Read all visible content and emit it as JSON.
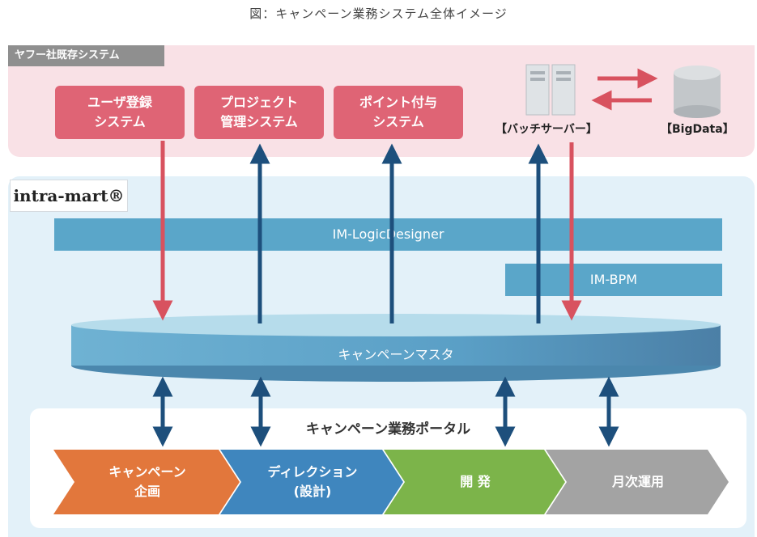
{
  "caption": "図：キャンペーン業務システム全体イメージ",
  "legacy": {
    "tag": "ヤフー社既存システム",
    "boxes": [
      {
        "line1": "ユーザ登録",
        "line2": "システム"
      },
      {
        "line1": "プロジェクト",
        "line2": "管理システム"
      },
      {
        "line1": "ポイント付与",
        "line2": "システム"
      }
    ],
    "batch_label": "【バッチサーバー】",
    "bigdata_label": "【BigData】"
  },
  "intramart": {
    "logo": "intra-mart®",
    "logic_designer": "IM-LogicDesigner",
    "bpm": "IM-BPM",
    "master": "キャンペーンマスタ"
  },
  "portal": {
    "title": "キャンペーン業務ポータル",
    "steps": [
      {
        "line1": "キャンペーン",
        "line2": "企画",
        "color": "#e2773c"
      },
      {
        "line1": "ディレクション",
        "line2": "(設計)",
        "color": "#3f86be"
      },
      {
        "line1": "開 発",
        "line2": "",
        "color": "#7cb44a"
      },
      {
        "line1": "月次運用",
        "line2": "",
        "color": "#a3a3a3"
      }
    ]
  },
  "colors": {
    "pink_box": "#df6475",
    "red_arrow": "#d8525f",
    "navy_arrow": "#1d4f7c",
    "blue_bar": "#5aa6c9"
  }
}
